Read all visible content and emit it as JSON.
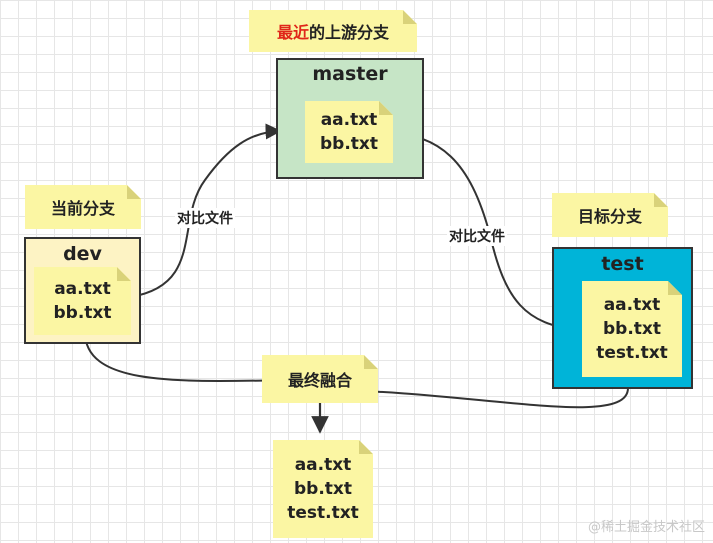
{
  "labels": {
    "top_prefix": "最近",
    "top_suffix": "的上游分支",
    "current": "当前分支",
    "target": "目标分支",
    "merge": "最终融合",
    "compare_left": "对比文件",
    "compare_right": "对比文件"
  },
  "branches": {
    "master": {
      "name": "master",
      "files": [
        "aa.txt",
        "bb.txt"
      ]
    },
    "dev": {
      "name": "dev",
      "files": [
        "aa.txt",
        "bb.txt"
      ]
    },
    "test": {
      "name": "test",
      "files": [
        "aa.txt",
        "bb.txt",
        "test.txt"
      ]
    }
  },
  "result": {
    "files": [
      "aa.txt",
      "bb.txt",
      "test.txt"
    ]
  },
  "watermark": "@稀土掘金技术社区",
  "colors": {
    "note": "#fbf6a3",
    "master_fill": "#c6e5c6",
    "dev_fill": "#fdf3c4",
    "test_fill": "#00b4d8",
    "highlight": "#e0261a"
  }
}
